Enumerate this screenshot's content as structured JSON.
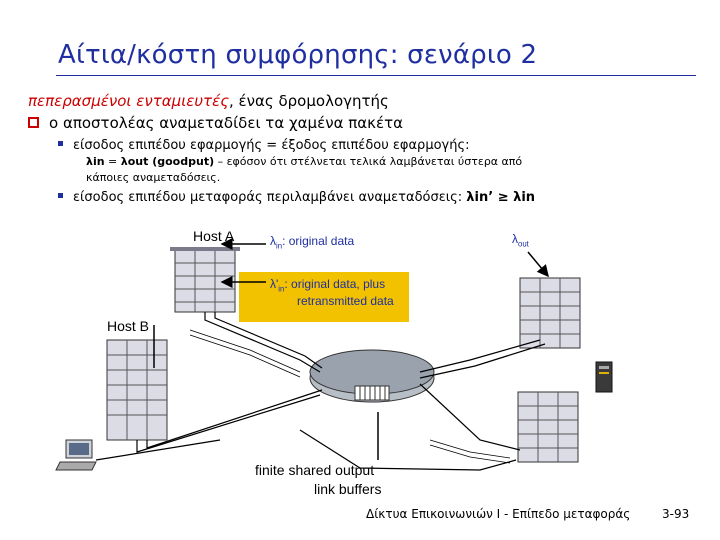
{
  "slide": {
    "title": "Αίτια/κόστη συμφόρησης: σενάριο 2",
    "subhead_red": "πεπερασμένοι ενταμιευτές",
    "subhead_rest": ", ένας δρομολογητής",
    "bullet1": "ο αποστολέας αναμεταδίδει τα χαμένα πακέτα",
    "sub1": "είσοδος επιπέδου εφαρμογής = έξοδος επιπέδου εφαρμογής:",
    "sub1_lambda_in": "λin",
    "sub1_eq": " = ",
    "sub1_lambda_out": "λout",
    "sub1_goodput": " (goodput)",
    "sub1_rest": " – εφόσον ότι στέλνεται τελικά λαμβάνεται ύστερα από",
    "sub1_line3": "κάποιες αναμεταδόσεις.",
    "sub2": "είσοδος επιπέδου μεταφοράς περιλαμβάνει αναμεταδόσεις: ",
    "sub2_formula": "λin’ ≥ λin"
  },
  "diagram": {
    "host_a": "Host A",
    "host_b": "Host B",
    "lambda_in_symbol": "λ",
    "lambda_in_sub": "in",
    "lambda_in_text": ": original data",
    "lambda_out_symbol": "λ",
    "lambda_out_sub": "out",
    "retrans_symbol": "λ'",
    "retrans_sub": "in",
    "retrans_text1": ": original data, plus",
    "retrans_text2": "retransmitted data",
    "buffer_label1": "finite shared output",
    "buffer_label2": "link buffers"
  },
  "footer": {
    "course": "Δίκτυα Επικοινωνιών Ι - Επίπεδο μεταφοράς",
    "page": "3-93"
  },
  "colors": {
    "title": "#1f2fa0",
    "accent_red": "#cc0000",
    "highlight": "#f2c200",
    "router": "#9aa3ad"
  }
}
